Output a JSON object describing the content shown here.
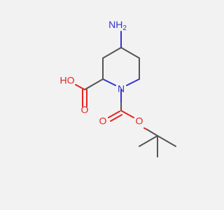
{
  "molecule": {
    "atoms": {
      "amine_N": {
        "label": "NH2",
        "text": "N",
        "sub": "H",
        "subscript": "2"
      },
      "acid_O": {
        "label": "O"
      },
      "acid_OH": {
        "label": "HO"
      },
      "ring_N": {
        "label": "N"
      },
      "carbamate_O_double": {
        "label": "O"
      },
      "carbamate_O_single": {
        "label": "O"
      }
    }
  },
  "colors": {
    "bond": "#555555",
    "oxygen": "#e8231f",
    "nitrogen": "#3333cc",
    "background": "#f2f2f2"
  }
}
